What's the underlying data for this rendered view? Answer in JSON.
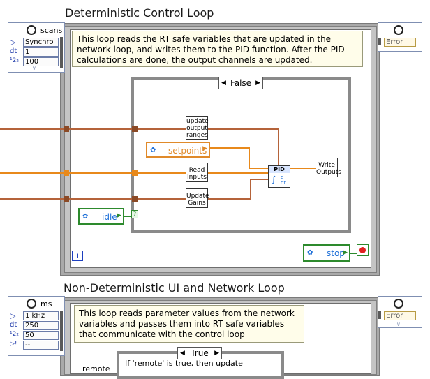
{
  "titles": {
    "loop1": "Deterministic Control Loop",
    "loop2": "Non-Deterministic UI and Network Loop"
  },
  "loop1": {
    "timer": {
      "unit_label": "scans",
      "rows": [
        {
          "label": "source",
          "value": "Synchro"
        },
        {
          "label": "dt",
          "value": "1"
        },
        {
          "label": "offset",
          "value": "100"
        }
      ]
    },
    "error_out": {
      "value": "Error"
    },
    "comment": "This loop reads the RT safe variables that are updated in the network loop, and writes them to the PID function. After the PID calculations are done, the output channels are updated.",
    "case_selector": "False",
    "subvis": {
      "update_ranges": "update output ranges",
      "read_inputs": "Read Inputs",
      "update_gains": "Update Gains",
      "write_outputs": "Write Outputs",
      "pid": "PID"
    },
    "variables": {
      "setpoints": "setpoints",
      "idle": "idle",
      "stop": "stop"
    },
    "iteration": "i"
  },
  "loop2": {
    "timer": {
      "unit_label": "ms",
      "rows": [
        {
          "label": "source",
          "value": "1 kHz"
        },
        {
          "label": "dt",
          "value": "250"
        },
        {
          "label": "offset",
          "value": "50"
        },
        {
          "label": "name",
          "value": "--"
        }
      ]
    },
    "error_out": {
      "value": "Error"
    },
    "comment": "This loop reads parameter values from the network variables and passes them into RT safe variables that communicate with the control loop",
    "case_selector": "True",
    "case_comment": "If 'remote' is true, then update",
    "remote_label": "remote"
  },
  "colors": {
    "orange_wire": "#e8891b",
    "green_bool": "#2d8a2d",
    "brown_wire": "#b5633a"
  }
}
